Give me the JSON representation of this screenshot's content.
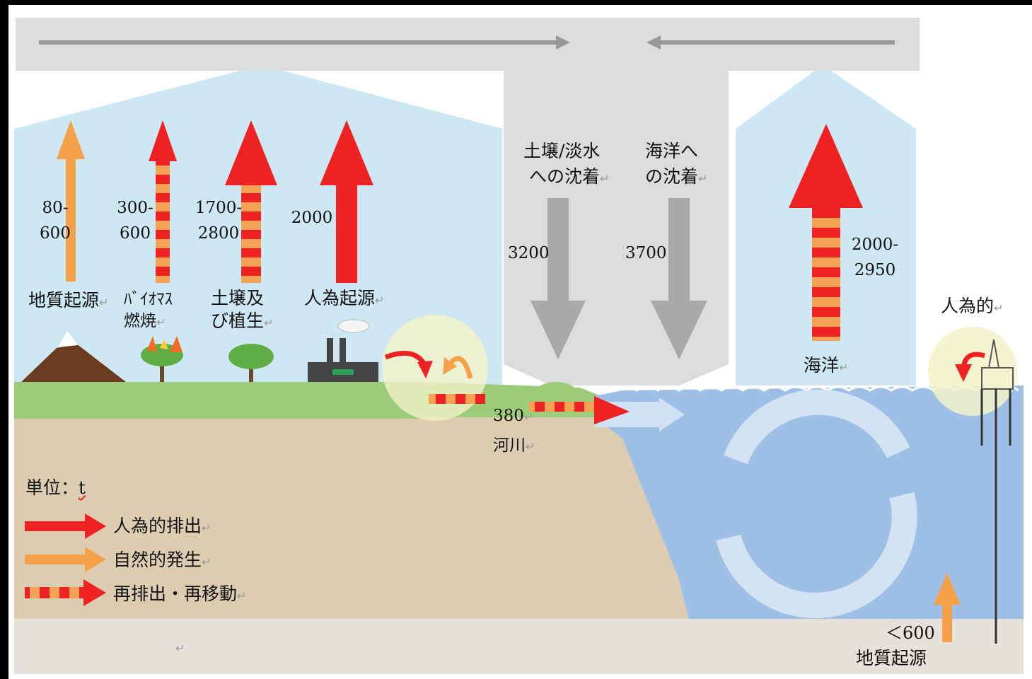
{
  "unit_label": "単位：",
  "unit_value": "t",
  "legend": [
    {
      "label": "人為的排出",
      "style": "solid-red"
    },
    {
      "label": "自然的発生",
      "style": "solid-orange"
    },
    {
      "label": "再排出・再移動",
      "style": "dashed-red-orange"
    }
  ],
  "emissions": [
    {
      "value_line1": "80-",
      "value_line2": "600",
      "source_line1": "地質起源",
      "source_line2": ""
    },
    {
      "value_line1": "300-",
      "value_line2": "600",
      "source_line1": "ﾊﾞｲｵﾏｽ",
      "source_line2": "燃焼"
    },
    {
      "value_line1": "1700-",
      "value_line2": "2800",
      "source_line1": "土壌及",
      "source_line2": "び植生"
    },
    {
      "value_line1": "2000",
      "value_line2": "",
      "source_line1": "人為起源",
      "source_line2": ""
    }
  ],
  "deposition": [
    {
      "label_line1": "土壌/淡水",
      "label_line2": "への沈着",
      "value": "3200"
    },
    {
      "label_line1": "海洋へ",
      "label_line2": "の沈着",
      "value": "3700"
    }
  ],
  "ocean": {
    "value_line1": "2000-",
    "value_line2": "2950",
    "label": "海洋"
  },
  "anthropogenic_right": "人為的",
  "river": {
    "value": "380",
    "label": "河川"
  },
  "seafloor": {
    "value": "＜600",
    "label": "地質起源"
  },
  "return_mark": "↵",
  "colors": {
    "red": "#ee2222",
    "orange": "#f7a04a",
    "sky": "#cde8f2",
    "gray": "#dcdcdc",
    "ocean": "#9fc0e6",
    "land": "#9ccc7a",
    "soil": "#dccdb0"
  }
}
